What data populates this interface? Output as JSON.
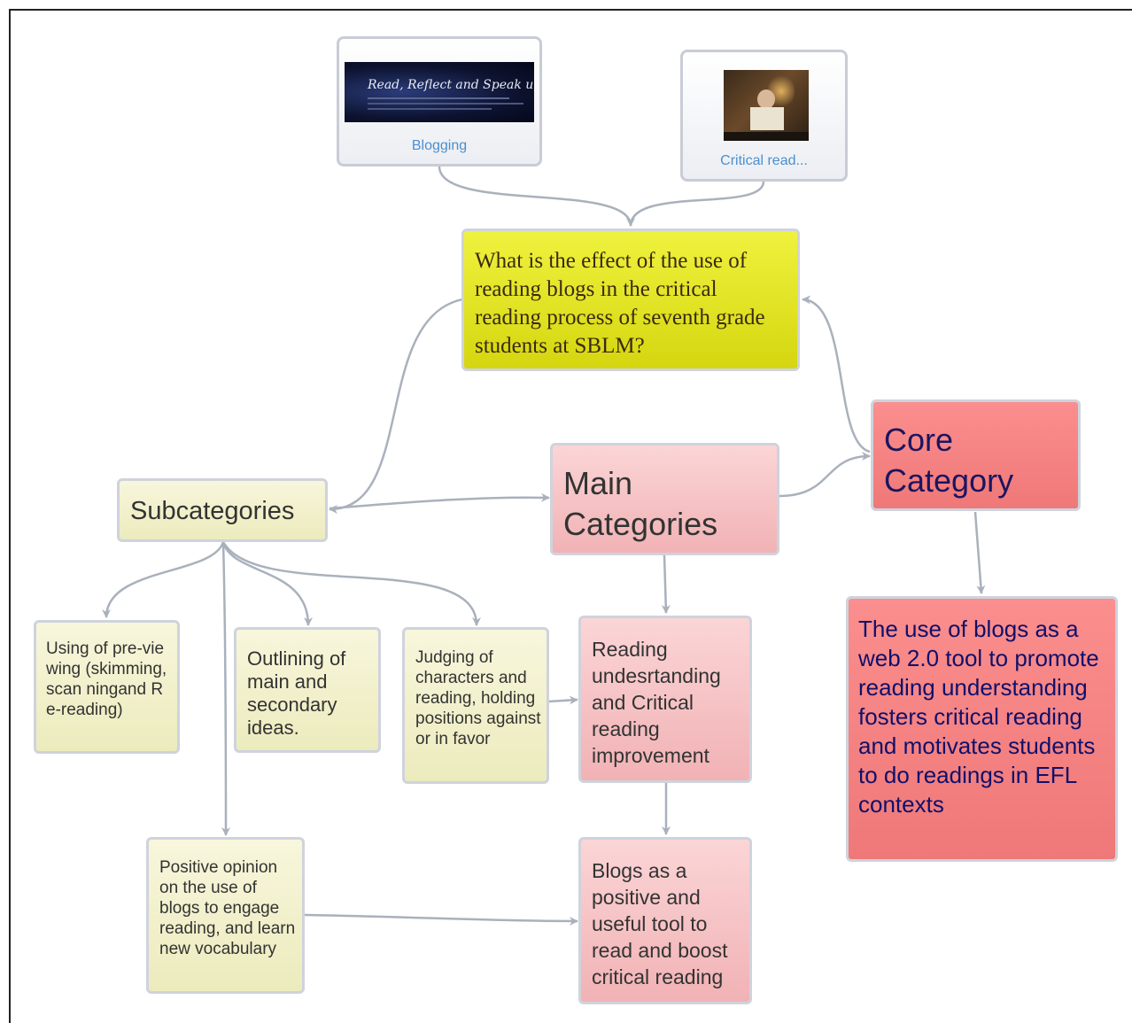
{
  "cards": {
    "blogging": {
      "label": "Blogging",
      "banner_text": "Read, Reflect and Speak up!"
    },
    "critical": {
      "label": "Critical read..."
    }
  },
  "question": {
    "text": "What is the effect of the use of reading blogs in the critical reading process of seventh grade students at SBLM?"
  },
  "core": {
    "label": "Core Category"
  },
  "main": {
    "label": "Main Categories"
  },
  "sub": {
    "label": "Subcategories"
  },
  "core_statement": {
    "text": "The use of blogs as a web 2.0 tool to promote reading understanding fosters critical reading and motivates students to do readings in EFL contexts"
  },
  "subcategories": {
    "previewing": "Using of pre-viewing (skimming,scan ningand Re-reading)",
    "outlining": "Outlining of main and secondary ideas.",
    "judging": "Judging  of characters and reading, holding positions against or in favor",
    "positive_opinion": "Positive opinion on the use of blogs to engage reading, and learn new vocabulary"
  },
  "main_categories": {
    "reading_understanding": "Reading undesrtanding and Critical reading improvement",
    "blogs_tool": "Blogs as a positive and useful tool to read and boost critical reading"
  },
  "colors": {
    "link": "#a9b1bc",
    "blue_label": "#4a8fd0",
    "navy_text": "#1a1560",
    "red_text": "#10106a"
  }
}
